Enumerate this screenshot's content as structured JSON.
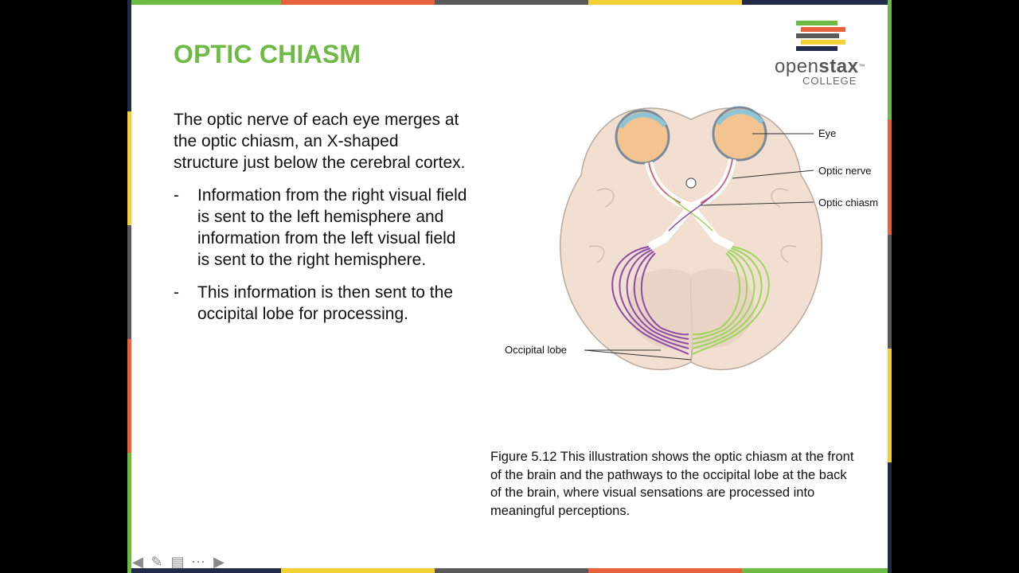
{
  "slide": {
    "title": "OPTIC CHIASM",
    "intro": "The optic nerve of each eye merges at the optic chiasm, an X-shaped structure just below the cerebral cortex.",
    "bullets": [
      {
        "dash": "-",
        "text": "Information from the right visual field is sent to the left hemisphere and information from the left visual field is sent to the right hemisphere."
      },
      {
        "dash": "-",
        "text": "This information is then sent to the occipital lobe for processing."
      }
    ],
    "caption": "Figure 5.12 This illustration shows the optic chiasm at the front of the brain and the pathways to the occipital lobe at the back of the brain, where visual sensations are processed into meaningful perceptions."
  },
  "figure": {
    "labels": {
      "eye": "Eye",
      "optic_nerve": "Optic nerve",
      "optic_chiasm": "Optic chiasm",
      "occipital_lobe": "Occipital lobe"
    }
  },
  "logo": {
    "word_light": "open",
    "word_bold": "stax",
    "tm": "™",
    "sub": "COLLEGE"
  },
  "controls": [
    {
      "icon": "arrow-left-icon"
    },
    {
      "icon": "pen-icon"
    },
    {
      "icon": "subtitles-icon"
    },
    {
      "icon": "more-icon"
    },
    {
      "icon": "arrow-right-icon"
    }
  ],
  "colors": {
    "title_green": "#6dba45",
    "left_pathway": "#8e4aa8",
    "right_pathway": "#9ed45a",
    "brain": "#f1e0d2"
  }
}
